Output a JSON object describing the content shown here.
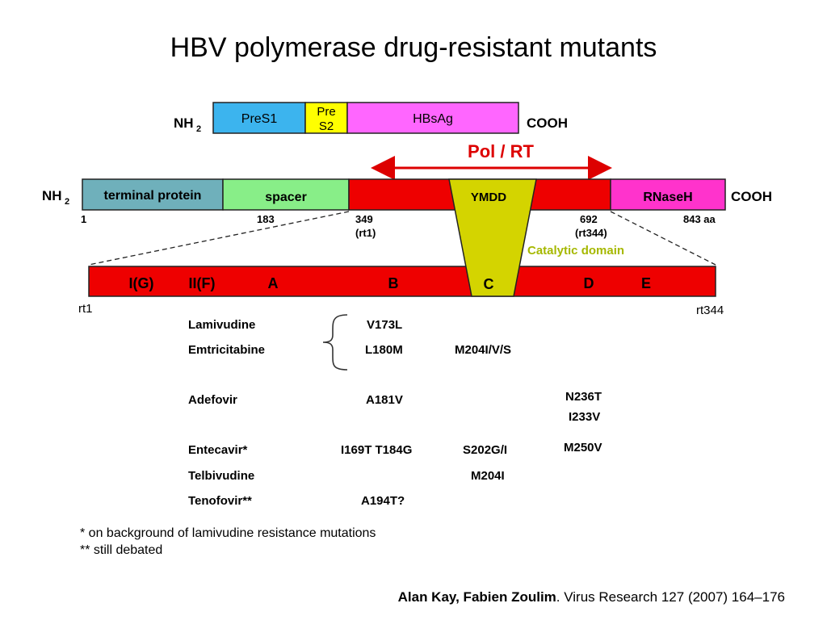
{
  "title": "HBV polymerase drug-resistant mutants",
  "colors": {
    "presS1": "#3cb4ee",
    "preS2": "#ffff00",
    "hbsag": "#ff66ff",
    "terminal_protein": "#6fb0bb",
    "spacer": "#88ee88",
    "red": "#ee0000",
    "rnaseh": "#ff33cc",
    "ymdd": "#d4d400",
    "catalytic": "#b8c800",
    "arrow": "#dd0000"
  },
  "envelope": {
    "n_label": "NH",
    "n_sub": "2",
    "c_label": "COOH",
    "segments": [
      "PreS1",
      "Pre",
      "S2",
      "HBsAg"
    ]
  },
  "polymerase": {
    "n_label": "NH",
    "n_sub": "2",
    "c_label": "COOH",
    "pol_rt_label": "Pol / RT",
    "segments": {
      "terminal": "terminal protein",
      "spacer": "spacer",
      "ymdd": "YMDD",
      "rnaseh": "RNaseH"
    },
    "positions": {
      "p1": "1",
      "p183": "183",
      "p349": "349",
      "p349_rt": "(rt1)",
      "p692": "692",
      "p692_rt": "(rt344)",
      "p843": "843 aa"
    },
    "catalytic_label": "Catalytic domain"
  },
  "rt_domain": {
    "left_label": "rt1",
    "right_label": "rt344",
    "subdomains": [
      "I(G)",
      "II(F)",
      "A",
      "B",
      "C",
      "D",
      "E"
    ]
  },
  "drugs": [
    {
      "name": "Lamivudine"
    },
    {
      "name": "Emtricitabine"
    },
    {
      "name": "Adefovir"
    },
    {
      "name": "Entecavir*"
    },
    {
      "name": "Telbivudine"
    },
    {
      "name": "Tenofovir**"
    }
  ],
  "mutations": {
    "v173l": "V173L",
    "l180m": "L180M",
    "m204ivs": "M204I/V/S",
    "a181v": "A181V",
    "n236t": "N236T",
    "i233v": "I233V",
    "i169t_t184g": "I169T T184G",
    "s202gi": "S202G/I",
    "m250v": "M250V",
    "m204i": "M204I",
    "a194t": "A194T?"
  },
  "footnotes": [
    "* on background of lamivudine resistance mutations",
    "** still debated"
  ],
  "citation": {
    "authors": "Alan Kay, Fabien Zoulim",
    "source": ". Virus Research 127 (2007) 164–176"
  }
}
